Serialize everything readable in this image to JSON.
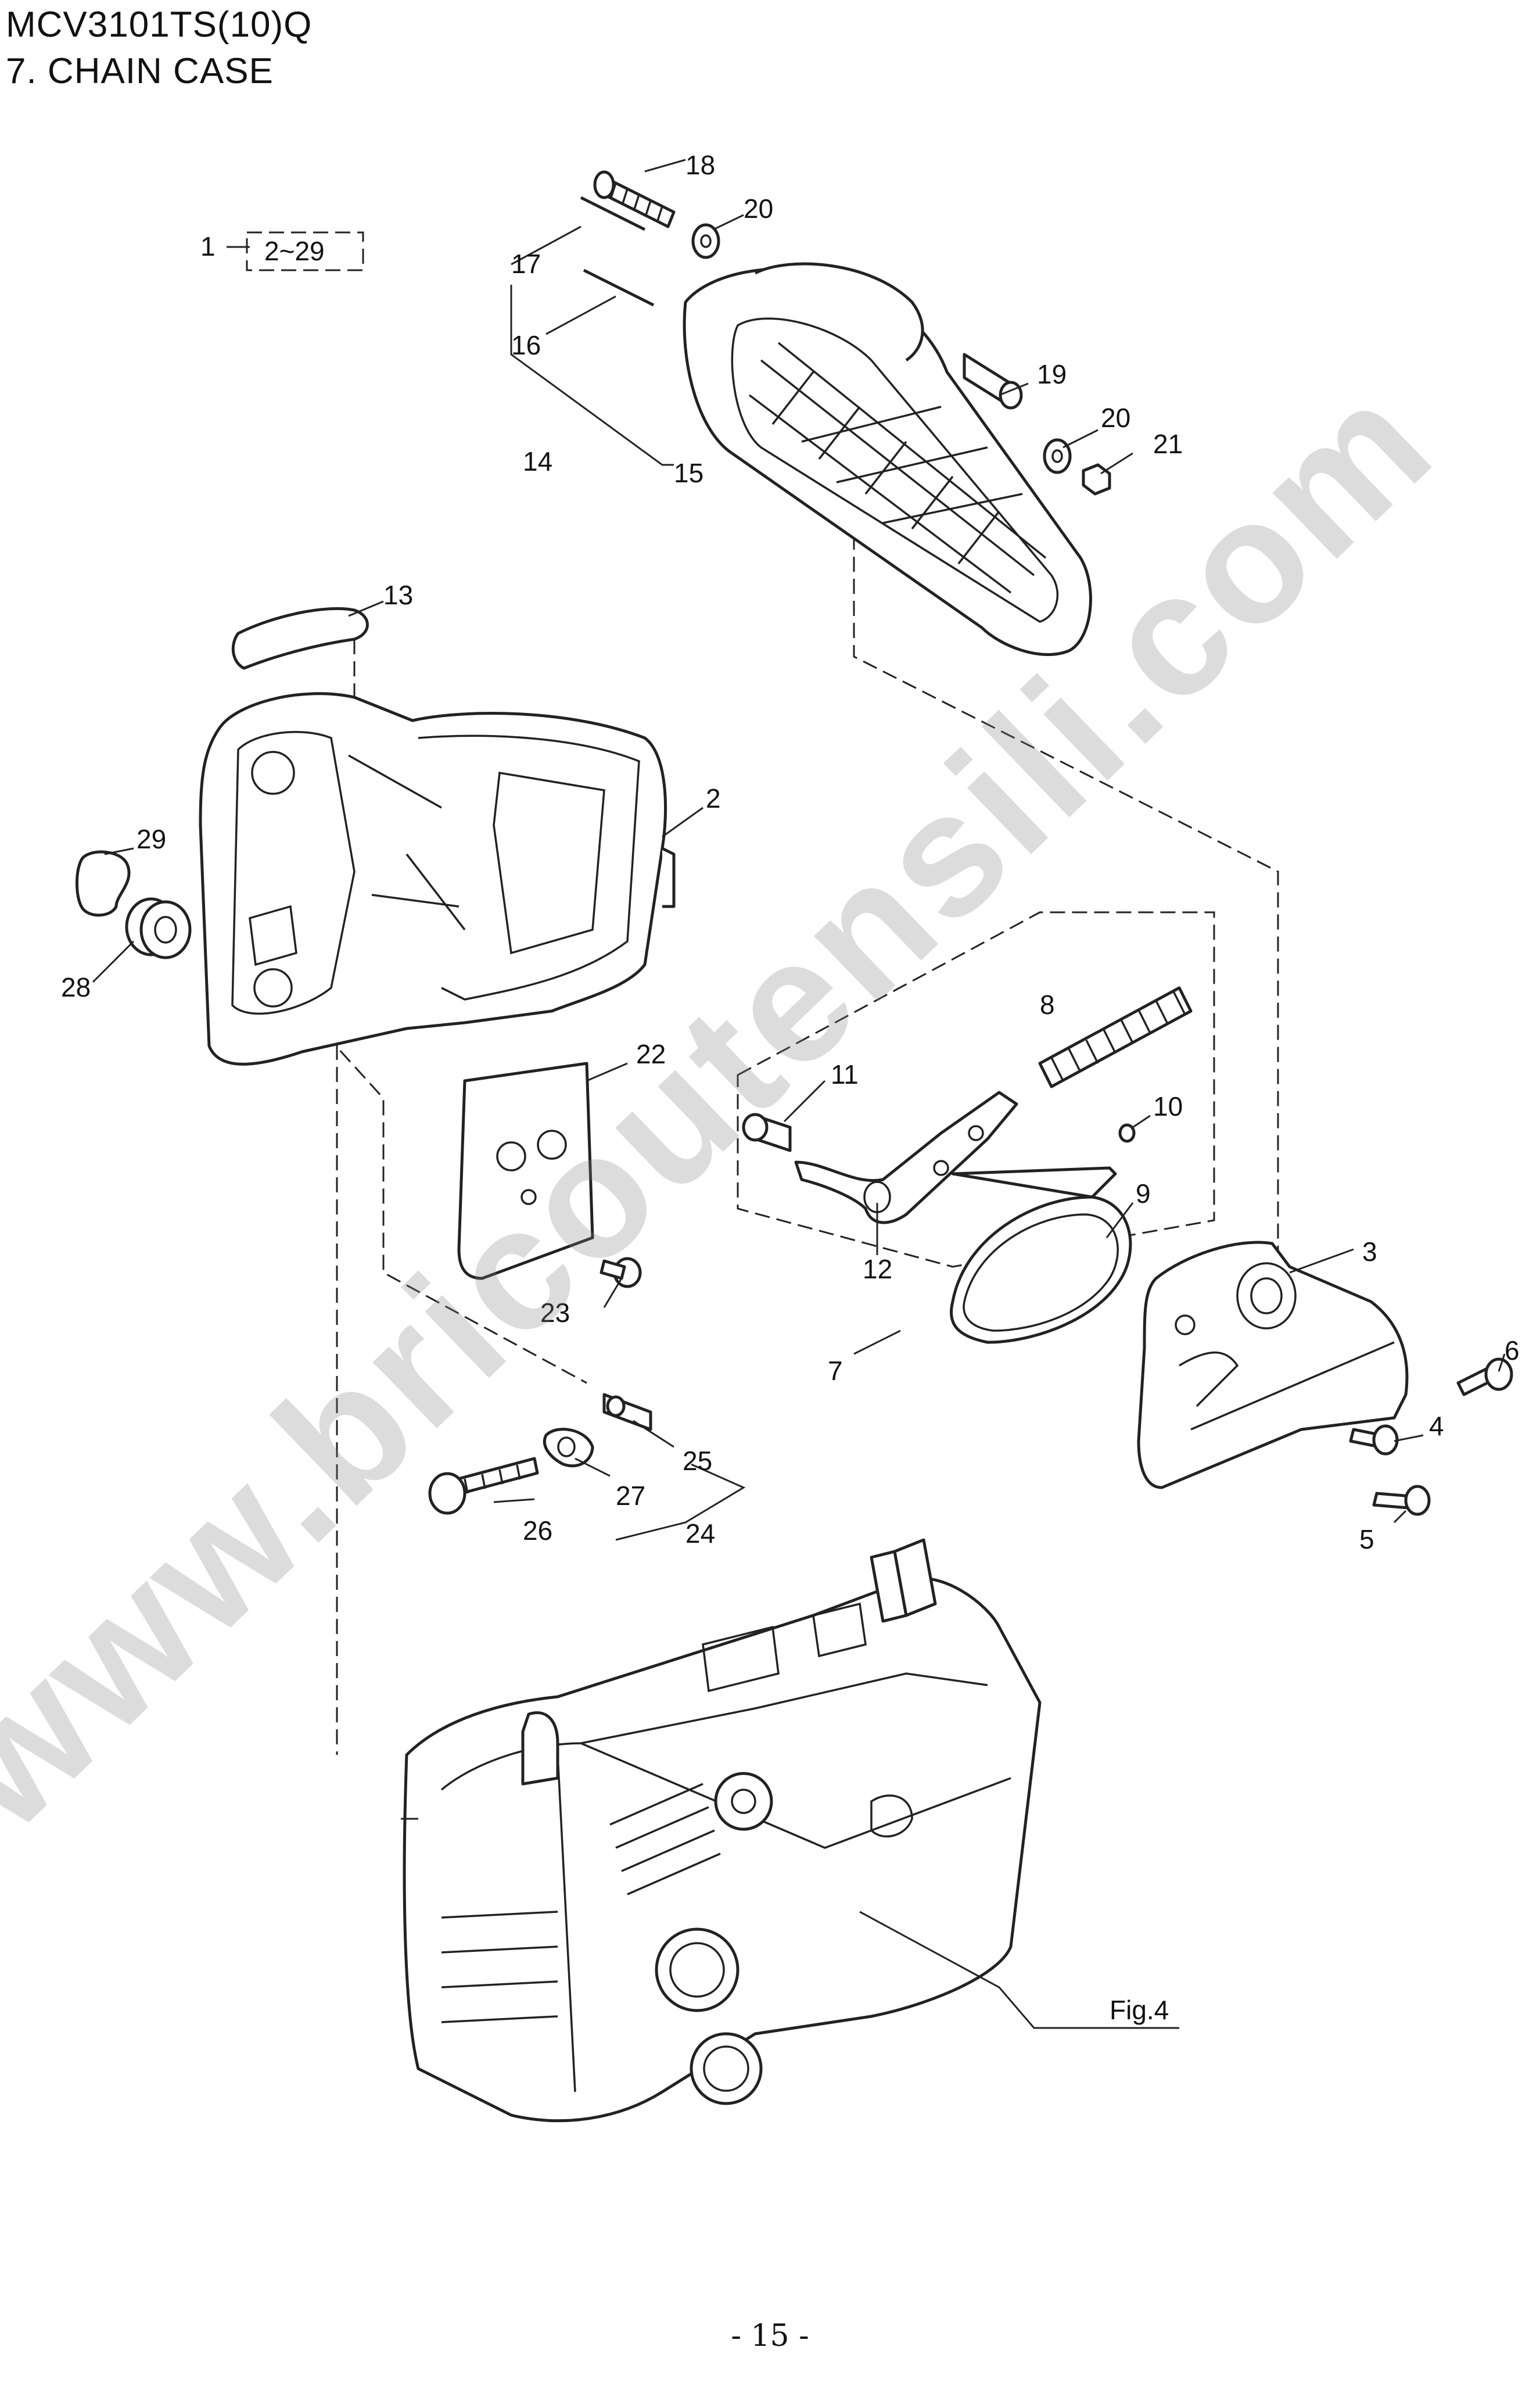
{
  "header": {
    "model": "MCV3101TS(10)Q",
    "section": "7. CHAIN CASE"
  },
  "callouts": {
    "c1": "1",
    "c2_29": "2~29",
    "c2": "2",
    "c3": "3",
    "c4": "4",
    "c5": "5",
    "c6": "6",
    "c7": "7",
    "c8": "8",
    "c9": "9",
    "c10": "10",
    "c11": "11",
    "c12": "12",
    "c13": "13",
    "c14": "14",
    "c15": "15",
    "c16": "16",
    "c17": "17",
    "c18": "18",
    "c19": "19",
    "c20a": "20",
    "c20b": "20",
    "c21": "21",
    "c22": "22",
    "c23": "23",
    "c24": "24",
    "c25": "25",
    "c26": "26",
    "c27": "27",
    "c28": "28",
    "c29": "29",
    "fig": "Fig.4"
  },
  "watermark": "www.bricoutensili.com",
  "page_number": "- 15 -"
}
